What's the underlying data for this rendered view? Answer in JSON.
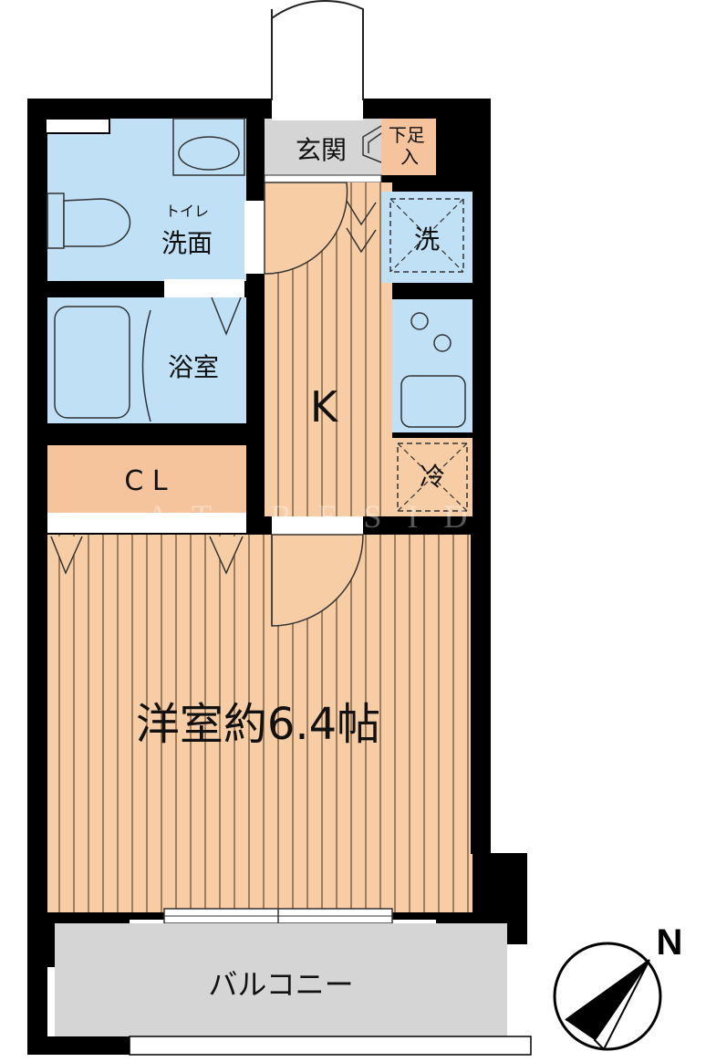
{
  "rooms": {
    "entrance": "玄関",
    "shoe_box": "下足入",
    "toilet": "トイレ",
    "washroom": "洗面",
    "laundry": "洗",
    "bath": "浴室",
    "kitchen": "K",
    "closet": "C L",
    "fridge": "冷",
    "western_room": "洋室約6.4帖",
    "balcony": "バルコニー"
  },
  "compass": {
    "north_label": "N"
  },
  "watermark": "AT RESIDENCE",
  "colors": {
    "wall": "#000000",
    "wet_area": "#bfe0f5",
    "wood_floor": "#f6cda5",
    "wood_line": "#8a6a4a",
    "closet": "#f5c49c",
    "entrance": "#d5d5d5",
    "balcony": "#d5d5d5"
  }
}
